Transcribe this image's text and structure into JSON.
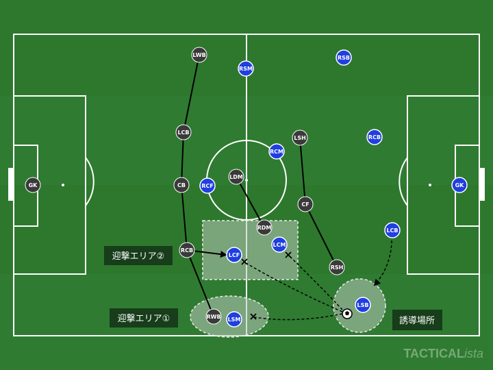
{
  "colors": {
    "grass_dark": "#2d782d",
    "grass_light": "#388a38",
    "line": "#ffffff",
    "team_dark": "#3a3a3a",
    "team_blue": "#1f3fe0",
    "zone_fill": "#b9c9b9",
    "label_bg": "#173d1a"
  },
  "players_dark": [
    {
      "id": "LWB",
      "label": "LWB"
    },
    {
      "id": "LCB",
      "label": "LCB"
    },
    {
      "id": "CB",
      "label": "CB"
    },
    {
      "id": "RCB",
      "label": "RCB"
    },
    {
      "id": "RWB",
      "label": "RWB"
    },
    {
      "id": "LDM",
      "label": "LDM"
    },
    {
      "id": "RDM",
      "label": "RDM"
    },
    {
      "id": "LSH",
      "label": "LSH"
    },
    {
      "id": "CF",
      "label": "CF"
    },
    {
      "id": "RSH",
      "label": "RSH"
    },
    {
      "id": "GK_L",
      "label": "GK"
    }
  ],
  "players_blue": [
    {
      "id": "RSM",
      "label": "RSM"
    },
    {
      "id": "RSB",
      "label": "RSB"
    },
    {
      "id": "RCM",
      "label": "RCM"
    },
    {
      "id": "RCB_B",
      "label": "RCB"
    },
    {
      "id": "RCF",
      "label": "RCF"
    },
    {
      "id": "LCB_B",
      "label": "LCB"
    },
    {
      "id": "LCM",
      "label": "LCM"
    },
    {
      "id": "LCF",
      "label": "LCF"
    },
    {
      "id": "LSB",
      "label": "LSB"
    },
    {
      "id": "LSM",
      "label": "LSM"
    },
    {
      "id": "GK_R",
      "label": "GK"
    }
  ],
  "labels": {
    "area2": "迎撃エリア②",
    "area1": "迎撃エリア①",
    "guide": "誘導場所",
    "watermark_main": "TACTICAL",
    "watermark_italic": "ista"
  },
  "icons": {
    "ball": "soccer-ball-icon",
    "cross": "x-mark-icon"
  }
}
